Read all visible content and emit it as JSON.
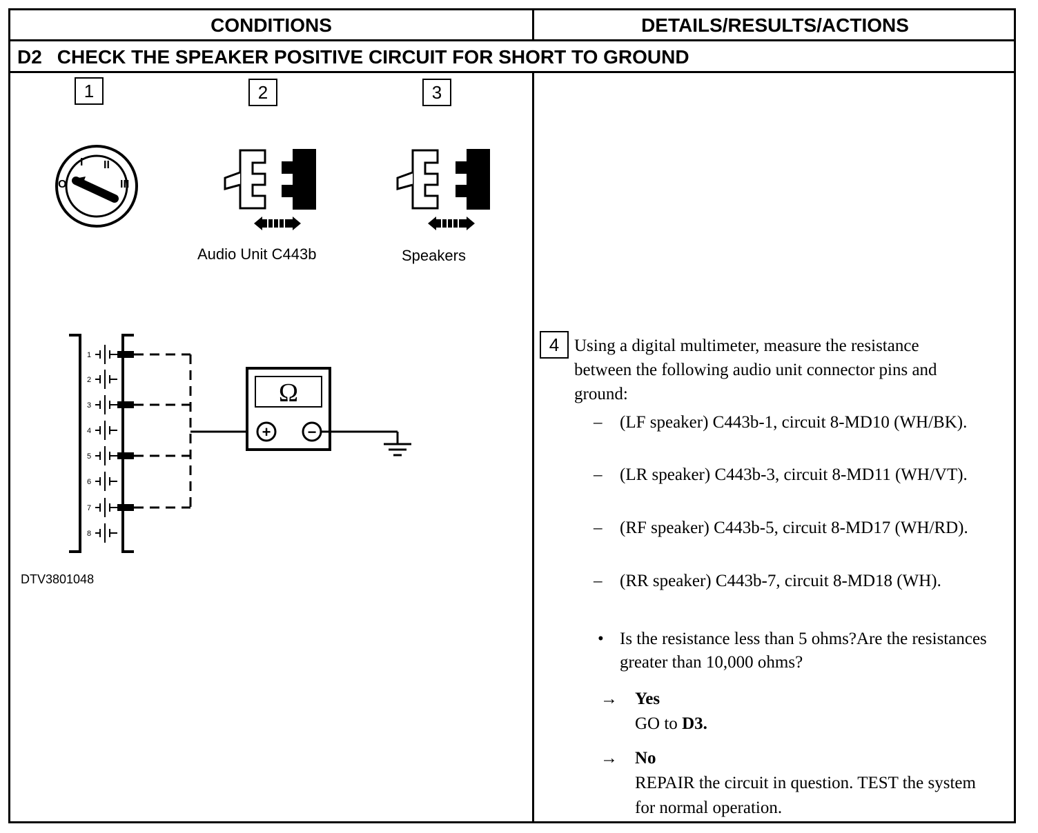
{
  "header": {
    "col_conditions": "CONDITIONS",
    "col_details": "DETAILS/RESULTS/ACTIONS"
  },
  "section": {
    "code": "D2",
    "title": "CHECK THE SPEAKER POSITIVE CIRCUIT FOR SHORT TO GROUND"
  },
  "steps": {
    "s1": "1",
    "s2": "2",
    "s3": "3",
    "s4": "4"
  },
  "captions": {
    "connector_a": "Audio Unit C443b",
    "connector_b": "Speakers",
    "figure_id": "DTV3801048"
  },
  "diagram": {
    "ignition_positions": [
      "O",
      "I",
      "II",
      "III"
    ],
    "pins": [
      "1",
      "2",
      "3",
      "4",
      "5",
      "6",
      "7",
      "8"
    ],
    "meter_symbol": "Ω",
    "meter_plus": "+",
    "meter_minus": "−"
  },
  "instruction": "Using a digital multimeter, measure the resistance between the following audio unit connector pins and ground:",
  "measurements": [
    {
      "mark": "–",
      "text": "(LF speaker) C443b-1, circuit 8-MD10 (WH/BK)."
    },
    {
      "mark": "–",
      "text": "(LR speaker) C443b-3, circuit 8-MD11 (WH/VT)."
    },
    {
      "mark": "–",
      "text": "(RF speaker) C443b-5, circuit 8-MD17 (WH/RD)."
    },
    {
      "mark": "–",
      "text": "(RR speaker) C443b-7, circuit 8-MD18 (WH)."
    }
  ],
  "question": {
    "mark": "•",
    "text": "Is the resistance less than 5 ohms?Are the resistances greater than 10,000 ohms?"
  },
  "answers": {
    "arrow": "→",
    "yes_label": "Yes",
    "yes_action_prefix": "GO to",
    "yes_action_target": "D3.",
    "no_label": "No",
    "no_action": "REPAIR the circuit in question. TEST the system for normal operation."
  }
}
